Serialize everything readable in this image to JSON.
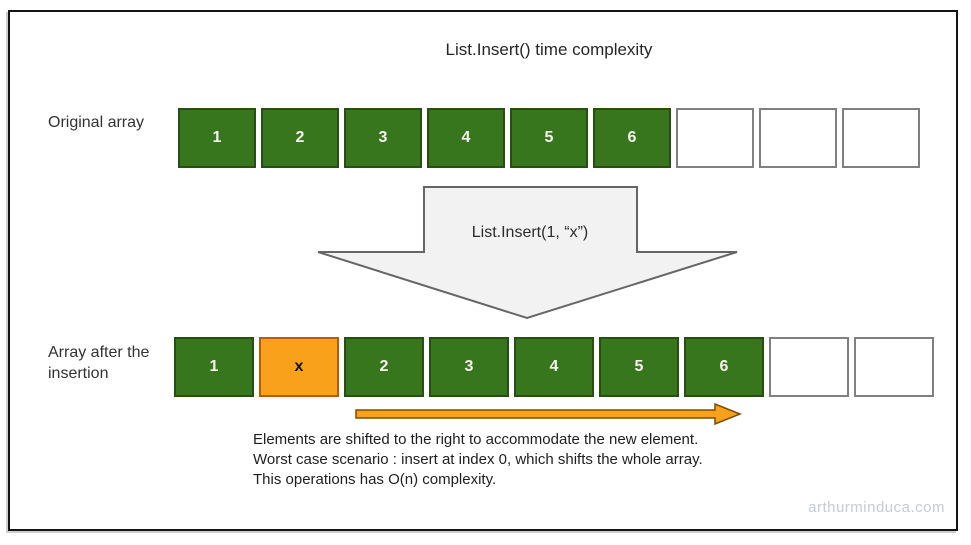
{
  "title": "List.Insert() time complexity",
  "original_array": {
    "label": "Original array",
    "cells": [
      {
        "value": "1",
        "type": "filled"
      },
      {
        "value": "2",
        "type": "filled"
      },
      {
        "value": "3",
        "type": "filled"
      },
      {
        "value": "4",
        "type": "filled"
      },
      {
        "value": "5",
        "type": "filled"
      },
      {
        "value": "6",
        "type": "filled"
      },
      {
        "value": "",
        "type": "empty"
      },
      {
        "value": "",
        "type": "empty"
      },
      {
        "value": "",
        "type": "empty"
      }
    ]
  },
  "insert_operation": {
    "label": "List.Insert(1, “x”)"
  },
  "result_array": {
    "label": "Array after the insertion",
    "cells": [
      {
        "value": "1",
        "type": "filled"
      },
      {
        "value": "x",
        "type": "inserted"
      },
      {
        "value": "2",
        "type": "filled"
      },
      {
        "value": "3",
        "type": "filled"
      },
      {
        "value": "4",
        "type": "filled"
      },
      {
        "value": "5",
        "type": "filled"
      },
      {
        "value": "6",
        "type": "filled"
      },
      {
        "value": "",
        "type": "empty"
      },
      {
        "value": "",
        "type": "empty"
      }
    ]
  },
  "notes": {
    "lines": [
      "Elements are shifted to the right to accommodate the new element.",
      "Worst case scenario : insert at index 0, which shifts the whole array.",
      "This operations has O(n) complexity."
    ]
  },
  "watermark": "arthurminduca.com",
  "colors": {
    "cell_green": "#38761d",
    "cell_green_border": "#274e13",
    "cell_orange": "#f9a11b",
    "cell_orange_border": "#b45f06",
    "empty_cell_border": "#808080",
    "down_arrow_fill": "#f2f2f2",
    "down_arrow_border": "#666666",
    "shift_arrow_fill": "#f9a11b",
    "shift_arrow_border": "#7a4e00"
  }
}
